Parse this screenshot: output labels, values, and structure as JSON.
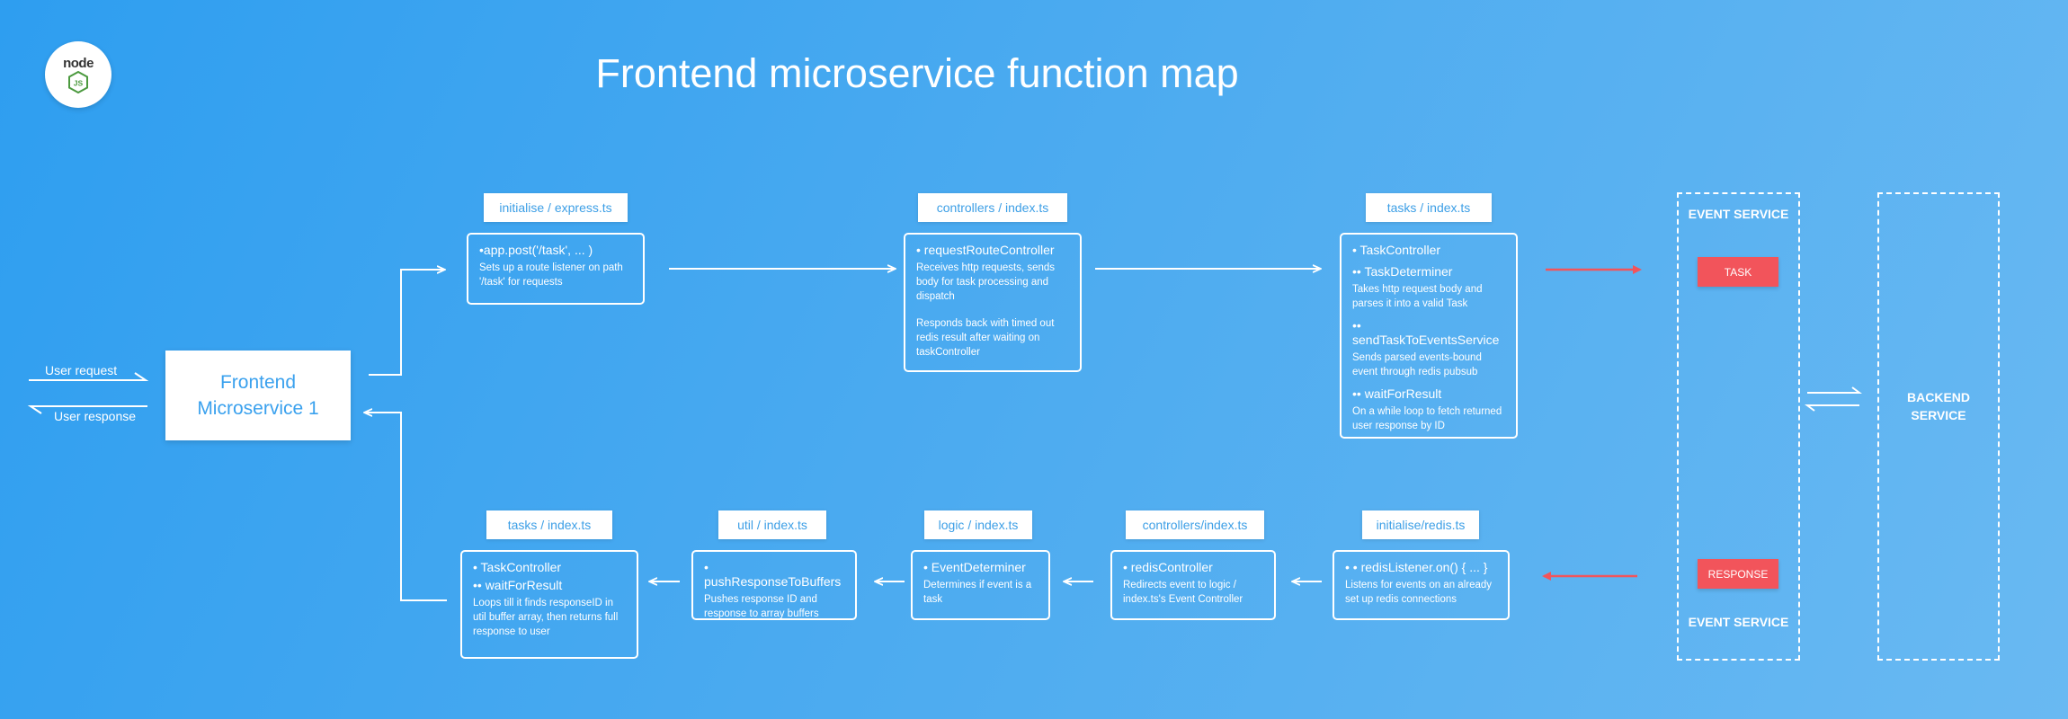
{
  "logo": {
    "word": "node",
    "badge": "JS"
  },
  "title": "Frontend microservice function map",
  "io": {
    "request": "User request",
    "response": "User response"
  },
  "frontend_box": {
    "line1": "Frontend",
    "line2": "Microservice 1"
  },
  "top_row": [
    {
      "file": "initialise / express.ts",
      "fn": "•app.post('/task', ... )",
      "desc": [
        "Sets up a route listener on path '/task' for requests"
      ]
    },
    {
      "file": "controllers / index.ts",
      "fn": "• requestRouteController",
      "desc": [
        "Receives http requests, sends body for task processing and dispatch",
        "Responds back with timed out redis result after waiting on taskController"
      ]
    },
    {
      "file": "tasks / index.ts",
      "fn": "• TaskController",
      "subs": [
        {
          "fn": "•• TaskDeterminer",
          "desc": "Takes http request body and parses it into a valid Task"
        },
        {
          "fn": "•• sendTaskToEventsService",
          "desc": "Sends parsed events-bound event through redis pubsub"
        },
        {
          "fn": "•• waitForResult",
          "desc": "On a while loop to fetch returned user response by ID"
        }
      ]
    }
  ],
  "bottom_row": [
    {
      "file": "tasks / index.ts",
      "fn": "• TaskController",
      "sub": "•• waitForResult",
      "desc": "Loops till it finds responseID in util buffer array, then returns full response to user"
    },
    {
      "file": "util / index.ts",
      "fn": "• pushResponseToBuffers",
      "desc": "Pushes response ID and response to array buffers"
    },
    {
      "file": "logic / index.ts",
      "fn": "• EventDeterminer",
      "desc": "Determines if event is a task"
    },
    {
      "file": "controllers/index.ts",
      "fn": "• redisController",
      "desc": "Redirects event to logic / index.ts's Event Controller"
    },
    {
      "file": "initialise/redis.ts",
      "fn": "• • redisListener.on() { ... }",
      "desc": "Listens for events on an already set up redis connections"
    }
  ],
  "event_service": {
    "label_top": "EVENT SERVICE",
    "label_bottom": "EVENT SERVICE",
    "task_btn": "TASK",
    "response_btn": "RESPONSE"
  },
  "backend_service": {
    "label": "BACKEND SERVICE"
  },
  "colors": {
    "accent": "#3aa1ee",
    "red": "#f2545b",
    "line": "#ffffff"
  }
}
